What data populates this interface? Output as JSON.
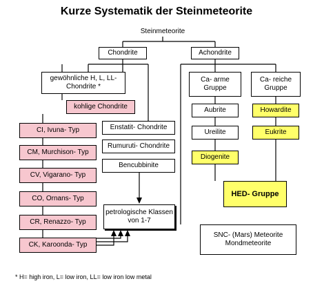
{
  "title": "Kurze Systematik der Steinmeteorite",
  "nodes": {
    "root": "Steinmeteorite",
    "chondrite": "Chondrite",
    "achondrite": "Achondrite",
    "gewoehnliche_line1": "gewöhnliche H, L, LL-",
    "gewoehnliche_line2": "Chondrite *",
    "kohlige": "kohlige Chondrite",
    "ci": "CI, Ivuna- Typ",
    "cm": "CM, Murchison- Typ",
    "cv": "CV, Vigarano- Typ",
    "co": "CO, Ornans- Typ",
    "cr": "CR, Renazzo- Typ",
    "ck": "CK, Karoonda- Typ",
    "enstatit": "Enstatit- Chondrite",
    "rumuruti": "Rumuruti- Chondrite",
    "bencubbinite": "Bencubbinite",
    "petro_line1": "petrologische Klassen",
    "petro_line2": "von 1-7",
    "ca_arme_line1": "Ca- arme",
    "ca_arme_line2": "Gruppe",
    "ca_reiche_line1": "Ca- reiche",
    "ca_reiche_line2": "Gruppe",
    "aubrite": "Aubrite",
    "ureilite": "Ureilite",
    "diogenite": "Diogenite",
    "howardite": "Howardite",
    "eukrite": "Eukrite",
    "hed": "HED- Gruppe",
    "snc_line1": "SNC- (Mars) Meteorite",
    "snc_line2": "Mondmeteorite"
  },
  "footnote": "* H= high iron, L= low iron, LL= low iron low metal",
  "colors": {
    "pink": "#f7c7cf",
    "yellow": "#ffff6a",
    "line": "#000000"
  }
}
